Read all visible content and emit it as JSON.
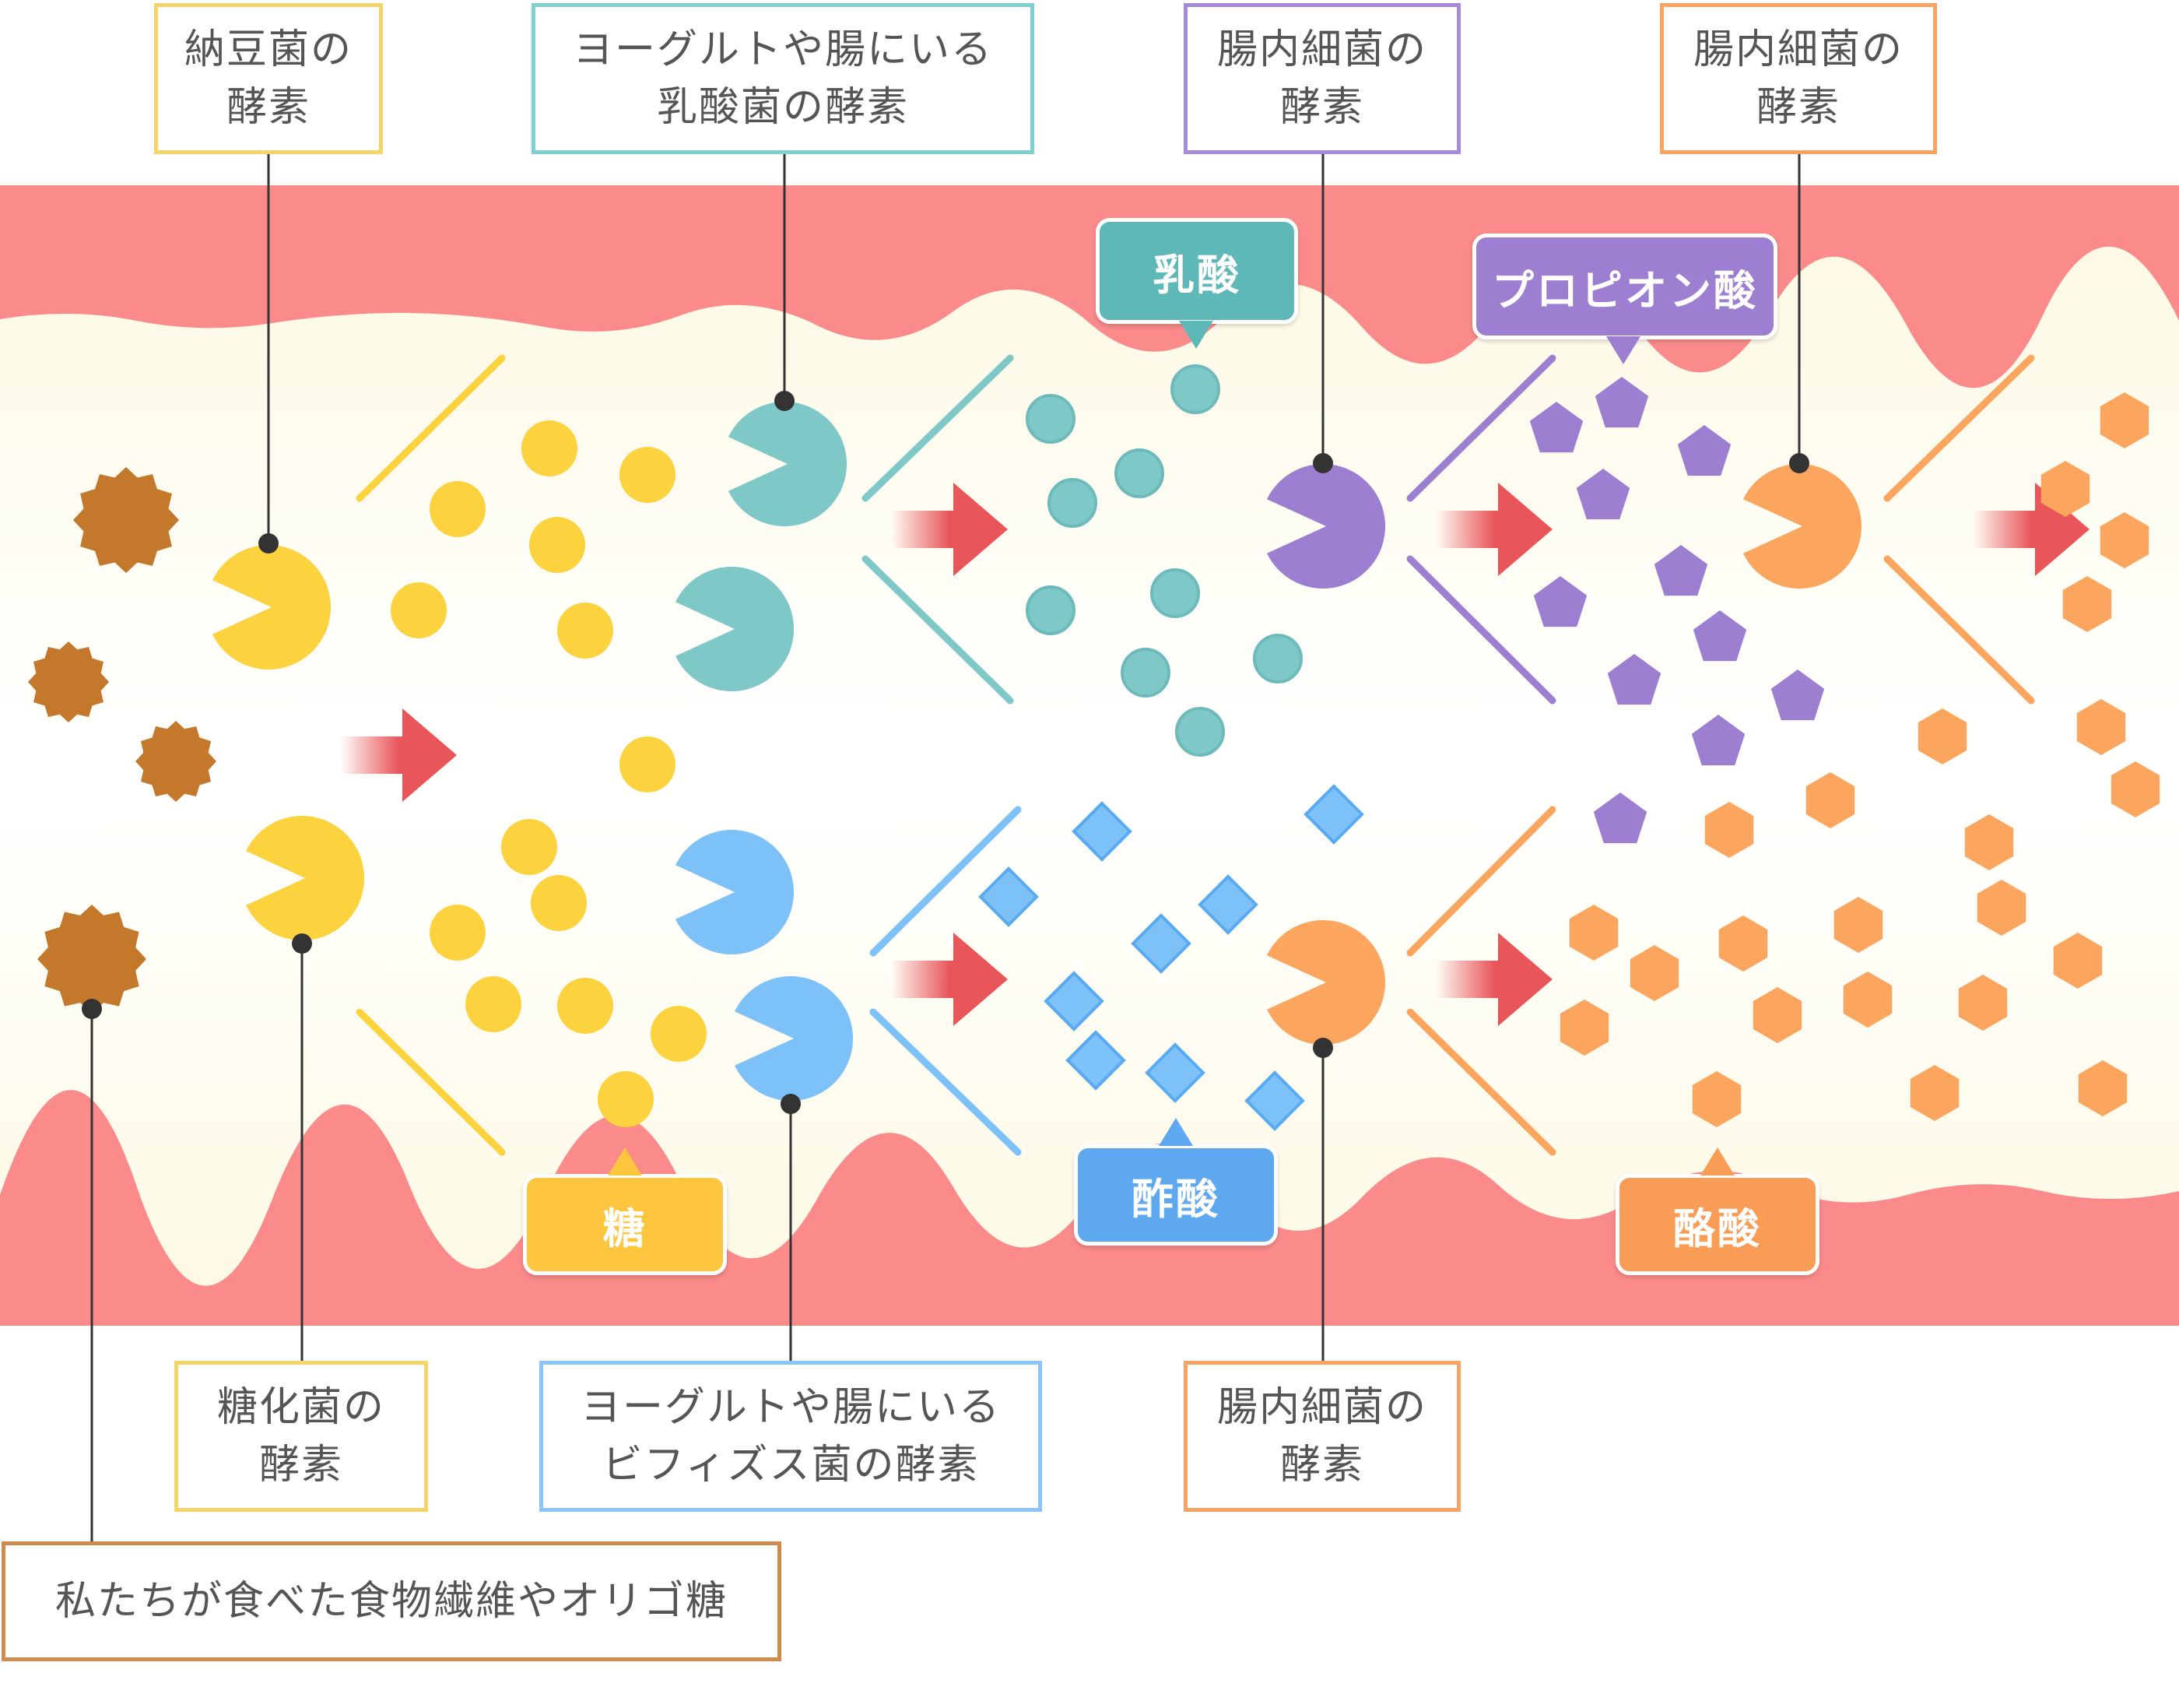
{
  "labels": {
    "natto_enzyme": [
      "納豆菌の",
      "酵素"
    ],
    "lactic_bacteria_enzyme": [
      "ヨーグルトや腸にいる",
      "乳酸菌の酵素"
    ],
    "gut_bacteria_enzyme_purple": [
      "腸内細菌の",
      "酵素"
    ],
    "gut_bacteria_enzyme_orange_top": [
      "腸内細菌の",
      "酵素"
    ],
    "saccharifying_enzyme": [
      "糖化菌の",
      "酵素"
    ],
    "bifidus_enzyme": [
      "ヨーグルトや腸にいる",
      "ビフィズス菌の酵素"
    ],
    "gut_bacteria_enzyme_orange_bottom": [
      "腸内細菌の",
      "酵素"
    ],
    "dietary_fiber": "私たちが食べた食物繊維やオリゴ糖"
  },
  "tags": {
    "lactic_acid": "乳酸",
    "propionic_acid": "プロピオン酸",
    "sugar": "糖",
    "acetic_acid": "酢酸",
    "butyric_acid": "酪酸"
  },
  "colors": {
    "intestine_wall": "#fb8b8b",
    "intestine_inner": "#fdf9e4",
    "fiber": "#c4782b",
    "sugar": "#fdd23f",
    "lactic": "#7ec8c8",
    "lactic_tag": "#5eb8b7",
    "bifidus": "#7cc1f8",
    "acetic_tag": "#5ea8f0",
    "purple": "#9d7fd1",
    "orange": "#fba55e",
    "arrow": "#e8565a",
    "natto_border": "#f5d468",
    "lactic_border": "#7ecfcf",
    "purple_border": "#a48ad8",
    "orange_border": "#f7a463",
    "bifidus_border": "#8cc5f7",
    "fiber_border": "#d08a4b",
    "sugar_tag": "#fdc63e",
    "butyric_tag": "#f99c56"
  },
  "icons": [
    "fiber-particle",
    "enzyme-pacman",
    "sugar-circle",
    "lactic-acid-circle",
    "acetic-acid-diamond",
    "propionic-acid-pentagon",
    "butyric-acid-hexagon",
    "flow-arrow"
  ]
}
